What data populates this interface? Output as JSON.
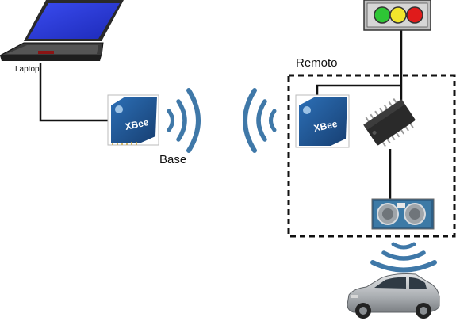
{
  "labels": {
    "laptop": "Laptop",
    "base": "Base",
    "remote": "Remoto"
  },
  "modules": {
    "xbee_text": "XBee"
  },
  "icons": {
    "laptop": "laptop-icon",
    "xbee_base": "xbee-module-icon",
    "xbee_remote": "xbee-module-icon",
    "microcontroller": "dip-chip-icon",
    "traffic_light": "traffic-light-icon",
    "ultrasonic_sensor": "ultrasonic-sensor-icon",
    "car": "car-icon",
    "signal_waves": "wireless-waves-icon"
  },
  "colors": {
    "wave": "#3f78a8",
    "light_green": "#2ec635",
    "light_yellow": "#f1e62c",
    "light_red": "#e01b1b",
    "laptop_screen": "#2b3bd6",
    "xbee_board": "#1f5a9a",
    "car": "#b9bcbf"
  }
}
